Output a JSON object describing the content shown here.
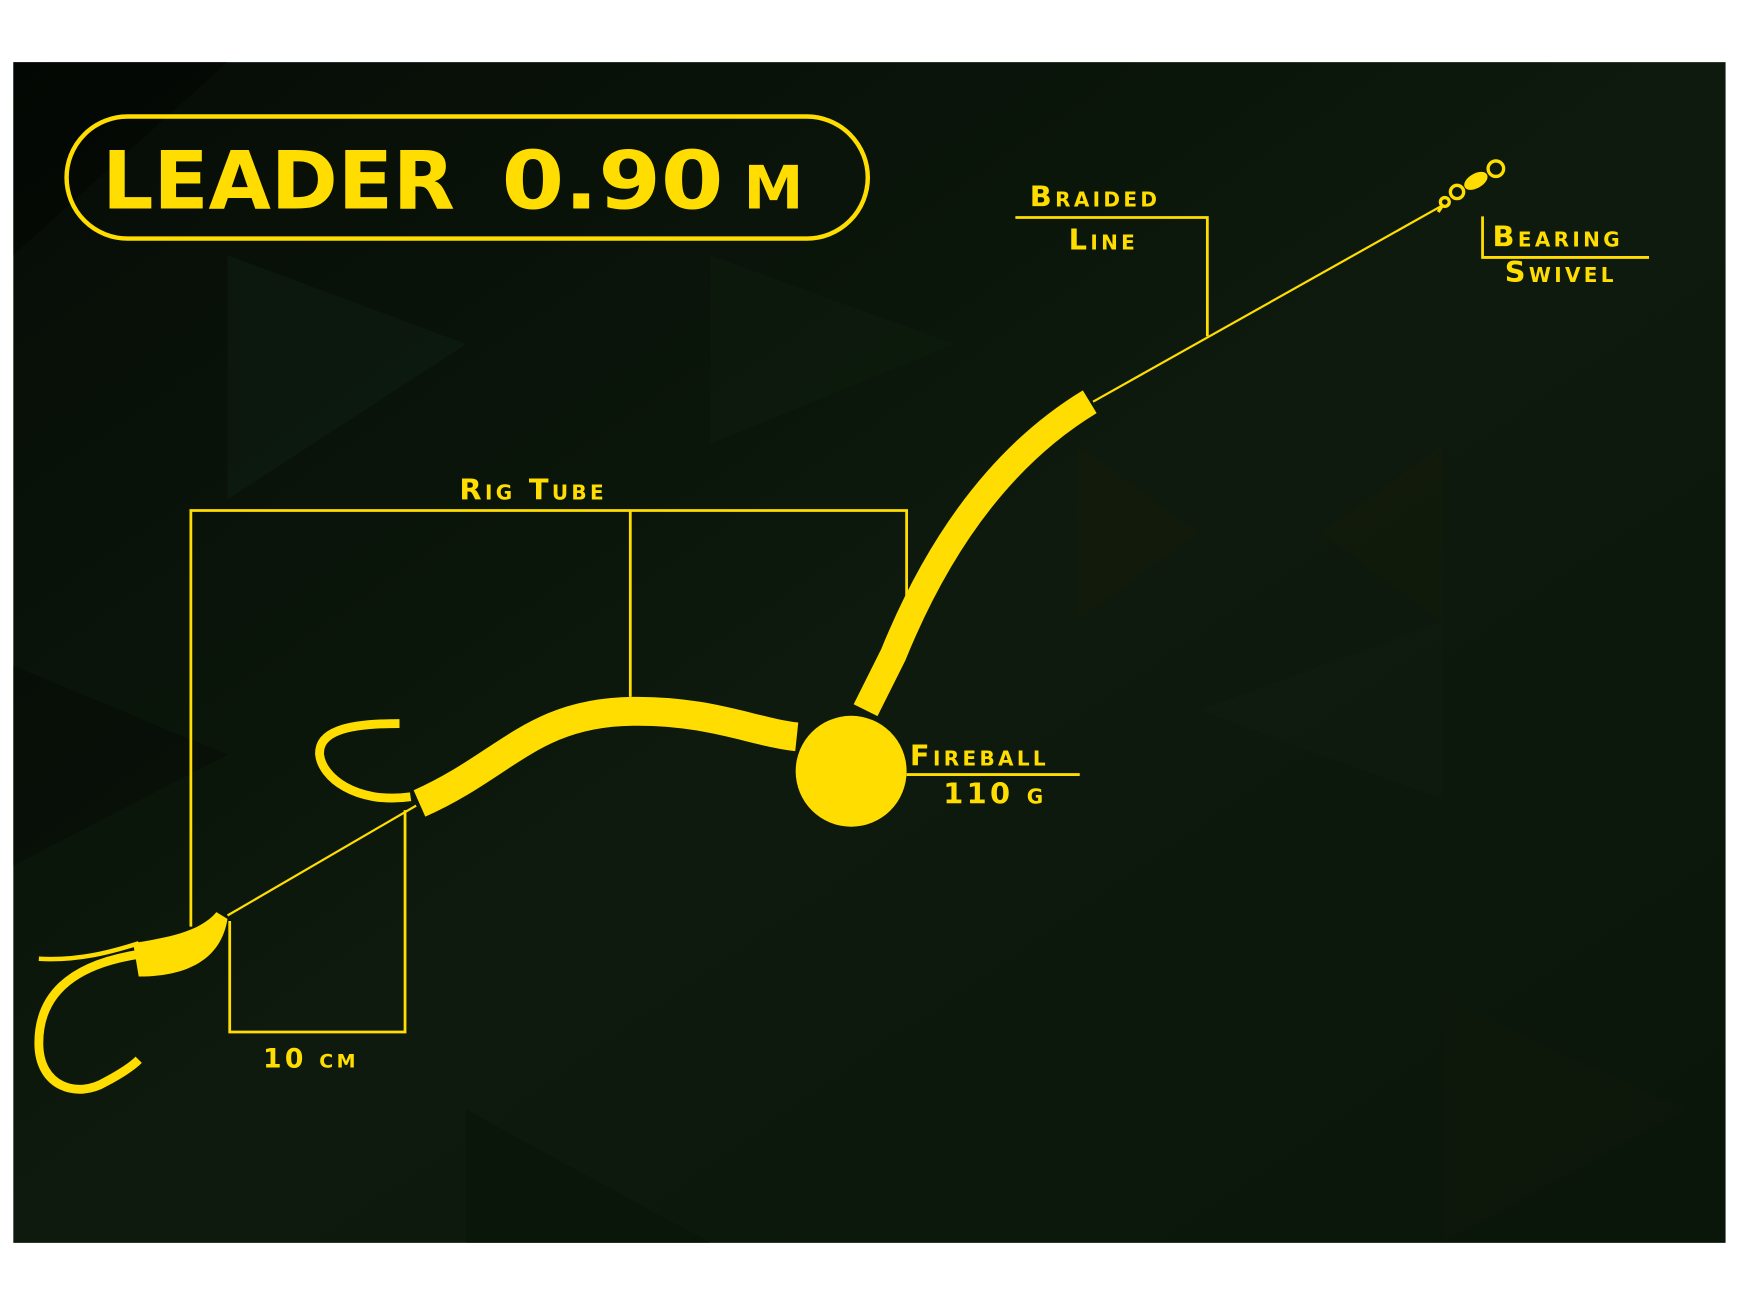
{
  "title": {
    "leader_label": "LEADER",
    "length_value": "0.90",
    "length_unit": "M"
  },
  "labels": {
    "braided_line_1": "Braided",
    "braided_line_2": "Line",
    "bearing_swivel_1": "Bearing",
    "bearing_swivel_2": "Swivel",
    "rig_tube": "Rig Tube",
    "fireball": "Fireball",
    "fireball_weight": "110 g",
    "hook_length": "10 cm"
  },
  "colors": {
    "accent": "#ffdd00",
    "background": "#0c170c"
  }
}
